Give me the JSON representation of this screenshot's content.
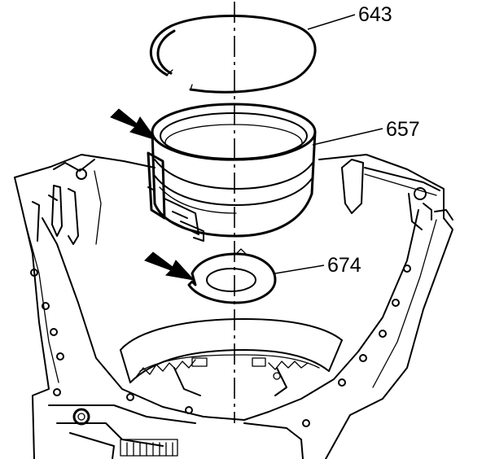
{
  "callouts": {
    "snap_ring": "643",
    "band": "657",
    "washer": "674"
  },
  "colors": {
    "ink": "#000000",
    "paper": "#ffffff"
  },
  "icons": {
    "band_pointer": "arrow-icon",
    "washer_pointer": "arrow-icon"
  }
}
